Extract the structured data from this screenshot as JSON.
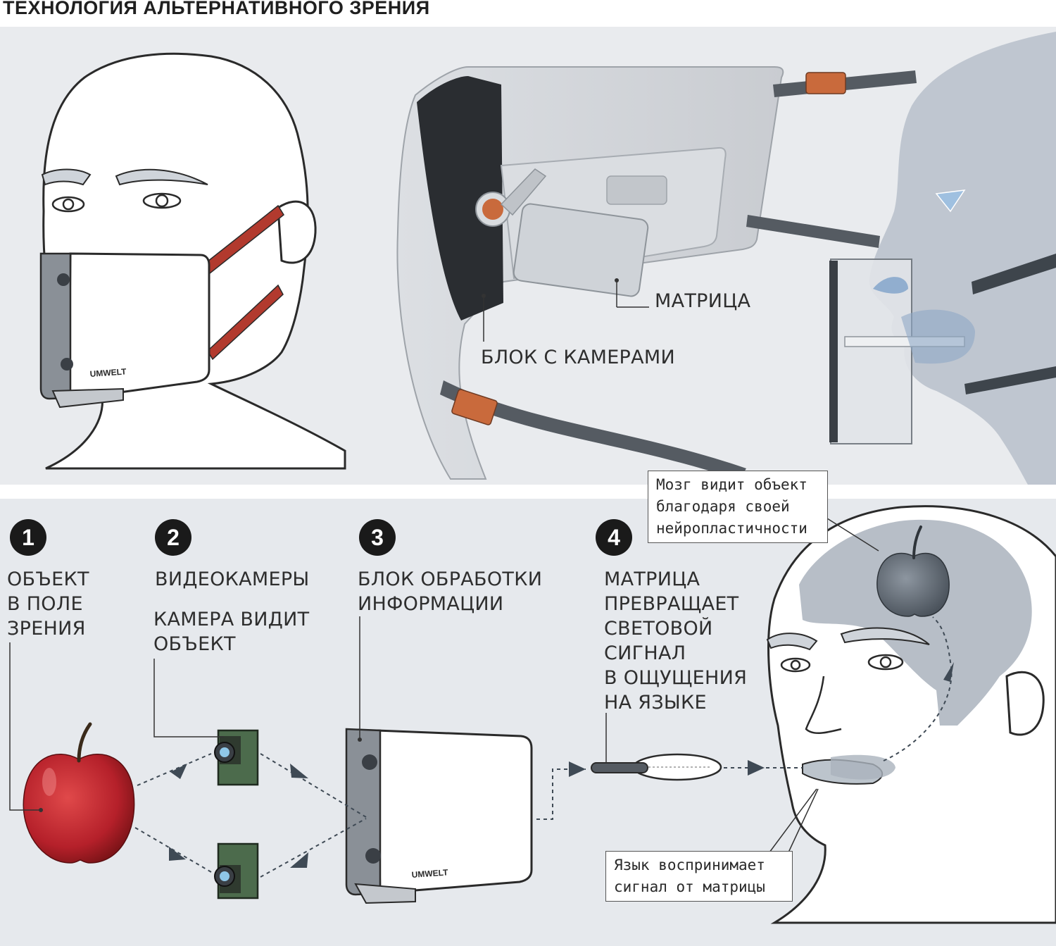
{
  "title": "ТЕХНОЛОГИЯ АЛЬТЕРНАТИВНОГО ЗРЕНИЯ",
  "brand": "UMWELT",
  "device_labels": {
    "matrix": "МАТРИЦА",
    "camera_block": "БЛОК С КАМЕРАМИ"
  },
  "steps": [
    {
      "number": "1",
      "title": "ОБЪЕКТ\nВ ПОЛЕ\nЗРЕНИЯ"
    },
    {
      "number": "2",
      "title": "ВИДЕОКАМЕРЫ",
      "subtitle": "КАМЕРА ВИДИТ\nОБЪЕКТ"
    },
    {
      "number": "3",
      "title": "БЛОК ОБРАБОТКИ\nИНФОРМАЦИИ"
    },
    {
      "number": "4",
      "title": "МАТРИЦА\nПРЕВРАЩАЕТ\nСВЕТОВОЙ\nСИГНАЛ\nВ ОЩУЩЕНИЯ\nНА ЯЗЫКЕ"
    }
  ],
  "callouts": {
    "brain": "Мозг видит объект\nблагодаря своей\nнейропластичности",
    "tongue": "Язык воспринимает\nсигнал от матрицы"
  },
  "colors": {
    "panel_background": "#e8ebef",
    "strap_red": "#b23a2e",
    "strap_orange": "#c96a3c",
    "camera_green": "#4c6b4c",
    "apple_red": "#c0262b",
    "brain_gray": "#aab3bd"
  }
}
